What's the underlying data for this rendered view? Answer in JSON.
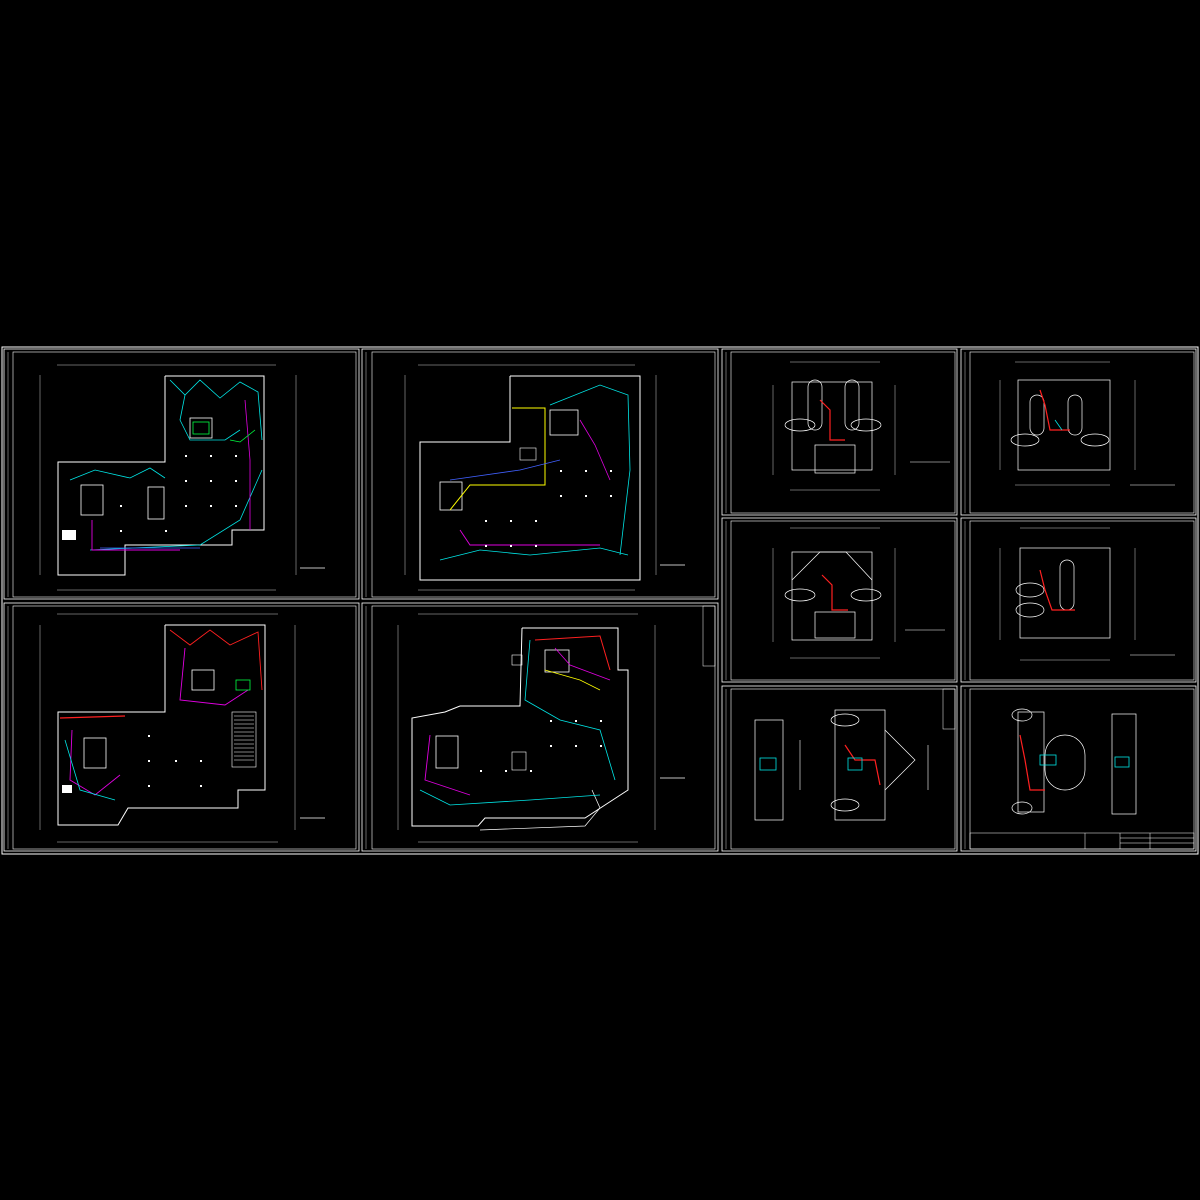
{
  "drawing_set": {
    "sheet_count": 10,
    "background": "#000000",
    "colors": {
      "frame": "#ffffff",
      "wall": "#ffffff",
      "cyan_circuit": "#00e5e5",
      "magenta_circuit": "#e000e0",
      "red_circuit": "#ff2020",
      "yellow_circuit": "#ffff00",
      "green_circuit": "#00ff40",
      "blue_circuit": "#4060ff"
    },
    "sheets": [
      {
        "kind": "large-floor-plan",
        "circuits": [
          "cyan",
          "magenta",
          "green",
          "blue"
        ]
      },
      {
        "kind": "large-floor-plan",
        "circuits": [
          "cyan",
          "magenta",
          "yellow",
          "blue"
        ]
      },
      {
        "kind": "large-floor-plan",
        "circuits": [
          "red",
          "magenta",
          "cyan",
          "green"
        ]
      },
      {
        "kind": "large-floor-plan",
        "circuits": [
          "red",
          "cyan",
          "magenta",
          "yellow"
        ]
      },
      {
        "kind": "tower-plan",
        "circuits": [
          "red"
        ]
      },
      {
        "kind": "tower-plan",
        "circuits": [
          "red"
        ]
      },
      {
        "kind": "tower-plan",
        "circuits": [
          "red"
        ]
      },
      {
        "kind": "tower-plan",
        "circuits": [
          "red"
        ]
      },
      {
        "kind": "roof-plan",
        "circuits": [
          "red",
          "cyan"
        ]
      },
      {
        "kind": "roof-plan-with-title-block",
        "circuits": [
          "red",
          "cyan"
        ]
      }
    ]
  }
}
